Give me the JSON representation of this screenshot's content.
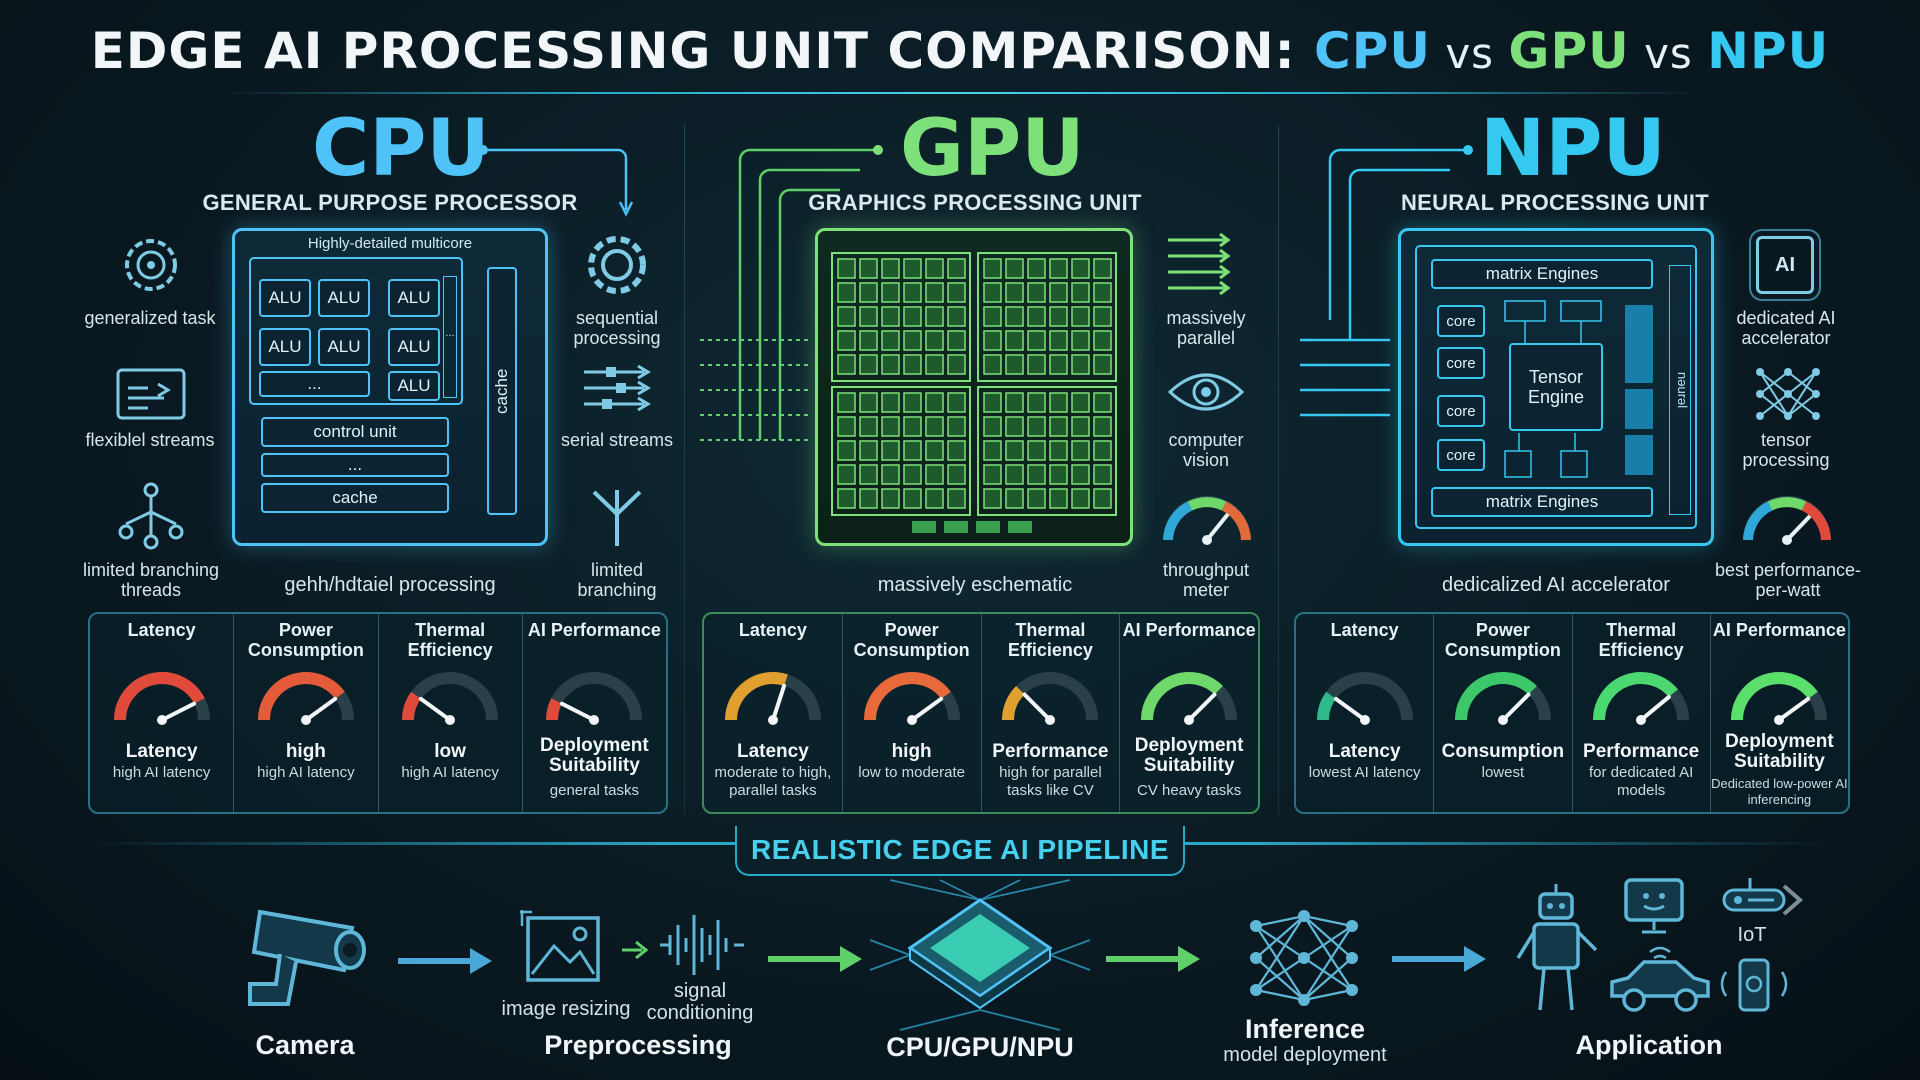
{
  "title": {
    "prefix": "EDGE AI PROCESSING UNIT COMPARISON: ",
    "cpu": "CPU",
    "vs1": " vs ",
    "gpu": "GPU",
    "vs2": " vs ",
    "npu": "NPU"
  },
  "colors": {
    "cpu": "#4fc3f7",
    "gpu": "#7ee07a",
    "npu": "#35c8f0",
    "background": "#0a1a22"
  },
  "cpu": {
    "name": "CPU",
    "subtitle": "GENERAL PURPOSE PROCESSOR",
    "chip_header": "Highly-detailed multicore",
    "alu": [
      "ALU",
      "ALU",
      "ALU",
      "ALU",
      "ALU",
      "ALU",
      "ALU"
    ],
    "ellipsis": "...",
    "ellipsis_small": "...",
    "control_unit": "control unit",
    "ellipsis2": "...",
    "cache_bottom": "cache",
    "cache_side": "cache",
    "left_labels": [
      "generalized task",
      "flexiblel streams",
      "limited branching threads"
    ],
    "right_labels": [
      "sequential processing",
      "serial streams",
      "limited branching"
    ],
    "caption": "gehh/hdtaiel processing",
    "metrics": [
      {
        "head": "Latency",
        "value": "Latency",
        "desc": "high AI latency",
        "level": 0.85,
        "color": "#e04a3a"
      },
      {
        "head": "Power Consumption",
        "value": "high",
        "desc": "high AI latency",
        "level": 0.8,
        "color": "#e35b3a"
      },
      {
        "head": "Thermal Efficiency",
        "value": "low",
        "desc": "high AI latency",
        "level": 0.2,
        "color": "#e04a3a"
      },
      {
        "head": "AI Performance",
        "value": "Deployment Suitability",
        "desc": "general tasks",
        "level": 0.15,
        "color": "#e04a3a"
      }
    ]
  },
  "gpu": {
    "name": "GPU",
    "subtitle": "GRAPHICS PROCESSING UNIT",
    "right_labels": [
      "massively parallel",
      "computer vision",
      "throughput meter"
    ],
    "caption": "massively eschematic",
    "metrics": [
      {
        "head": "Latency",
        "value": "Latency",
        "desc": "moderate to high, parallel tasks",
        "level": 0.6,
        "color": "#e0a030"
      },
      {
        "head": "Power Consumption",
        "value": "high",
        "desc": "low to moderate",
        "level": 0.8,
        "color": "#e86a3a"
      },
      {
        "head": "Thermal Efficiency",
        "value": "Performance",
        "desc": "high for parallel tasks like CV",
        "level": 0.25,
        "color": "#e0a030"
      },
      {
        "head": "AI Performance",
        "value": "Deployment Suitability",
        "desc": "CV heavy tasks",
        "level": 0.75,
        "color": "#6fd86a"
      }
    ]
  },
  "npu": {
    "name": "NPU",
    "subtitle": "NEURAL PROCESSING UNIT",
    "matrix_top": "matrix Engines",
    "matrix_bottom": "matrix Engines",
    "cores": [
      "core",
      "core",
      "core",
      "core"
    ],
    "tensor": "Tensor Engine",
    "side_text": "nəurəl",
    "ai_badge": "AI",
    "right_labels": [
      "dedicated AI accelerator",
      "tensor processing",
      "best performance-per-watt"
    ],
    "caption": "dedicalized AI accelerator",
    "metrics": [
      {
        "head": "Latency",
        "value": "Latency",
        "desc": "lowest AI latency",
        "level": 0.2,
        "color": "#2fb88a"
      },
      {
        "head": "Power Consumption",
        "value": "Consumption",
        "desc": "lowest",
        "level": 0.75,
        "color": "#3cc86a"
      },
      {
        "head": "Thermal Efficiency",
        "value": "Performance",
        "desc": "for dedicated AI models",
        "level": 0.78,
        "color": "#4cd870"
      },
      {
        "head": "AI Performance",
        "value": "Deployment Suitability",
        "desc": "Dedicated low-power AI inferencing",
        "level": 0.8,
        "color": "#5ae06a"
      }
    ]
  },
  "pipeline": {
    "title": "REALISTIC EDGE AI PIPELINE",
    "stages": [
      {
        "label": "Camera",
        "icon": "camera-icon"
      },
      {
        "label": "Preprocessing",
        "icon": "image-icon",
        "sub1": "image resizing",
        "sub2": "signal conditioning"
      },
      {
        "label": "CPU/GPU/NPU",
        "icon": "chip-icon"
      },
      {
        "label": "Inference",
        "icon": "neural-network-icon",
        "sub": "model deployment"
      },
      {
        "label": "Application",
        "icon": "robot-icon",
        "sub": "IoT"
      }
    ]
  }
}
